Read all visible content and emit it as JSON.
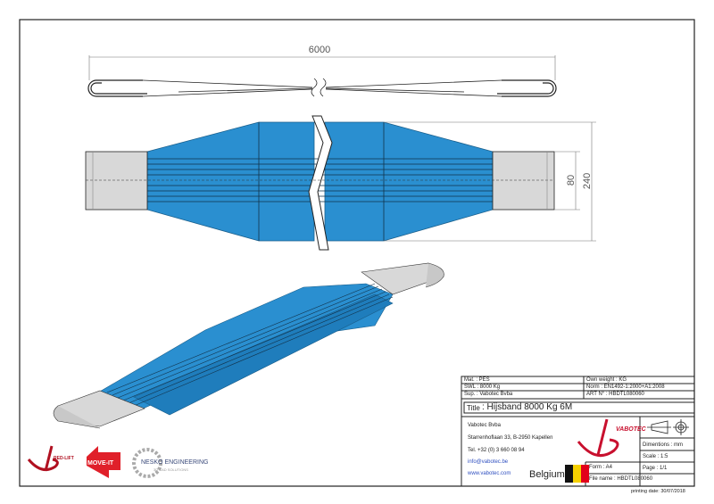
{
  "drawing": {
    "dim_length": "6000",
    "dim_inner": "80",
    "dim_outer": "240"
  },
  "title_block": {
    "mat": "Mat. :  PES",
    "swl": "SWL :  8000 Kg",
    "sup": "Sup. :  Vabotec Bvba",
    "own_weight": "Own weight :  KG",
    "norm": "Norm :  EN1492-1:2000+A1:2008",
    "art": "ART N° : HBDTL080060",
    "title_label": "Title",
    "title": ": Hijsband 8000 Kg 6M",
    "company": "Vabotec Bvba",
    "address": "Starrenhoflaan 33, B-2950 Kapellen",
    "tel": "Tel. +32 (0) 3 660 08 94",
    "email": "info@vabotec.be",
    "web": "www.vabotec.com",
    "country": "Belgium",
    "logo_text": "VABOTEC",
    "dimensions": "Dimentions : mm",
    "scale": "Scale  : 1:5",
    "form": "Form : A4",
    "page": "Page : 1/1",
    "file_name": "File name   : HBDTL080060",
    "printing_date": "printing date:  30/07/2018"
  },
  "logos": {
    "red_lift": "RED-LIFT",
    "move_it": "MOVE-IT",
    "nesko": "NESKO ENGINEERING",
    "nesko_sub": "3D CAD SOLUTIONS"
  },
  "colors": {
    "blue": "#2a8fd0",
    "gray": "#d8d8d8",
    "red": "#c8102e"
  }
}
